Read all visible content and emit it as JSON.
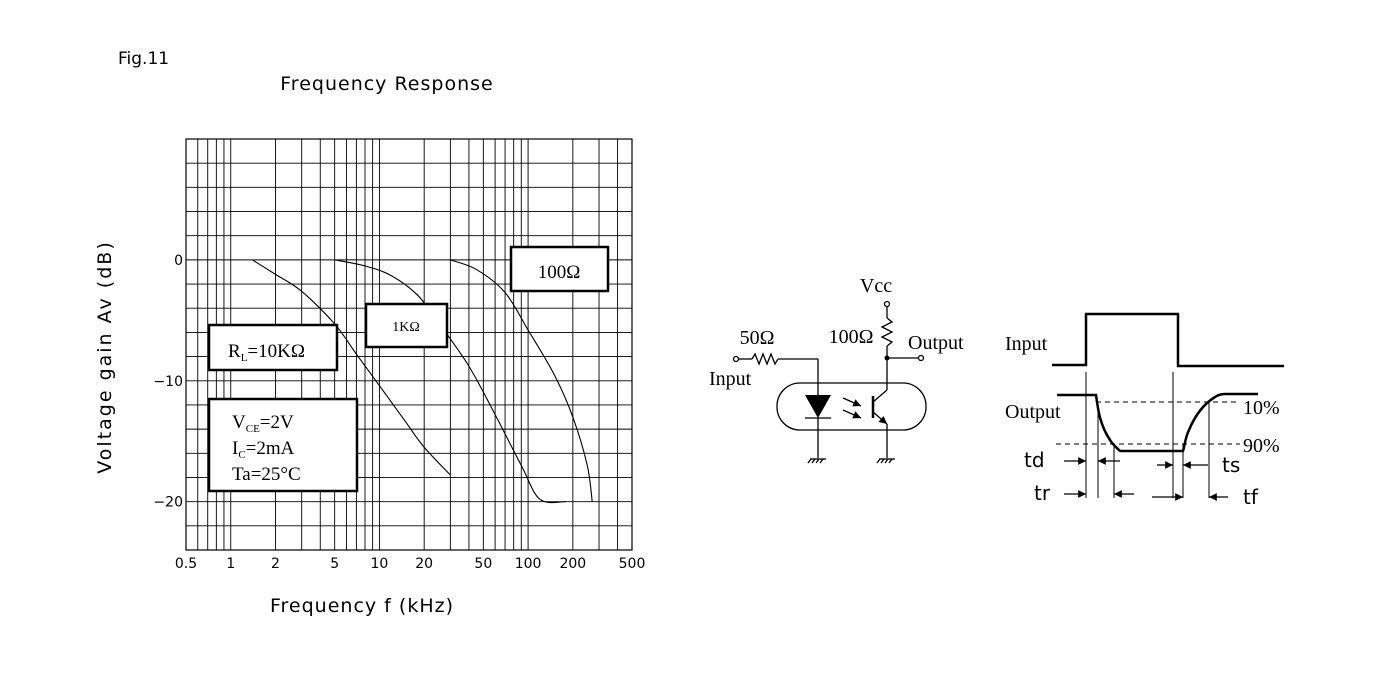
{
  "figure": {
    "label": "Fig.11"
  },
  "chart_data": {
    "type": "line",
    "title": "Frequency Response",
    "xlabel": "Frequency f (kHz)",
    "ylabel": "Voltage gain Av (dB)",
    "x_scale": "log",
    "xlim": [
      0.5,
      500
    ],
    "ylim": [
      -24,
      10
    ],
    "x_ticks": [
      {
        "value": 0.5,
        "label": "0.5"
      },
      {
        "value": 1,
        "label": "1"
      },
      {
        "value": 2,
        "label": "2"
      },
      {
        "value": 5,
        "label": "5"
      },
      {
        "value": 10,
        "label": "10"
      },
      {
        "value": 20,
        "label": "20"
      },
      {
        "value": 50,
        "label": "50"
      },
      {
        "value": 100,
        "label": "100"
      },
      {
        "value": 200,
        "label": "200"
      },
      {
        "value": 500,
        "label": "500"
      }
    ],
    "y_ticks": [
      {
        "value": 0,
        "label": "0"
      },
      {
        "value": -10,
        "label": "−10"
      },
      {
        "value": -20,
        "label": "−20"
      }
    ],
    "grid": true,
    "series": [
      {
        "name": "RL=10KΩ",
        "label_main": "R",
        "label_sub": "L",
        "label_rest": "=10KΩ",
        "points": [
          [
            1.4,
            0
          ],
          [
            2,
            -1.2
          ],
          [
            3,
            -2.6
          ],
          [
            5,
            -5.3
          ],
          [
            7,
            -7.8
          ],
          [
            10,
            -10.4
          ],
          [
            15,
            -13.4
          ],
          [
            20,
            -15.5
          ],
          [
            30,
            -17.8
          ]
        ]
      },
      {
        "name": "1KΩ",
        "label_main": "1KΩ",
        "label_sub": "",
        "label_rest": "",
        "points": [
          [
            5,
            0
          ],
          [
            8,
            -0.5
          ],
          [
            12,
            -1.3
          ],
          [
            18,
            -2.9
          ],
          [
            25,
            -5.2
          ],
          [
            40,
            -8.8
          ],
          [
            60,
            -12.8
          ],
          [
            90,
            -17
          ],
          [
            120,
            -19.8
          ],
          [
            180,
            -20
          ]
        ]
      },
      {
        "name": "100Ω",
        "label_main": "100Ω",
        "label_sub": "",
        "label_rest": "",
        "points": [
          [
            30,
            0
          ],
          [
            45,
            -0.8
          ],
          [
            70,
            -2.7
          ],
          [
            100,
            -5.8
          ],
          [
            150,
            -9.5
          ],
          [
            200,
            -13
          ],
          [
            250,
            -17
          ],
          [
            270,
            -20
          ]
        ]
      }
    ],
    "conditions": [
      {
        "main": "V",
        "sub": "CE",
        "rest": "=2V"
      },
      {
        "main": "I",
        "sub": "C",
        "rest": "=2mA"
      },
      {
        "main": "Ta=25°C",
        "sub": "",
        "rest": ""
      }
    ]
  },
  "circuit": {
    "vcc": "Vcc",
    "input_resistor": "50Ω",
    "load_resistor": "100Ω",
    "input_label": "Input",
    "output_label": "Output"
  },
  "timing": {
    "input_label": "Input",
    "output_label": "Output",
    "level_10": "10%",
    "level_90": "90%",
    "td": "td",
    "tr": "tr",
    "ts": "ts",
    "tf": "tf"
  }
}
